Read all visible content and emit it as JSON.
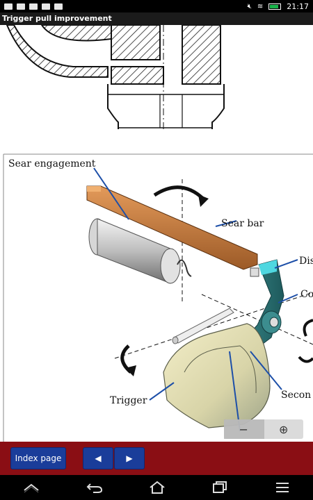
{
  "status": {
    "time": "21:17"
  },
  "title": "Trigger pull improvement",
  "diagram": {
    "labels": {
      "sear_engagement": "Sear engagement",
      "sear_bar": "Sear bar",
      "dis": "Dis",
      "co": "Co",
      "trigger": "Trigger",
      "secon": "Secon"
    }
  },
  "zoom": {
    "out_label": "−",
    "in_label": "⊕"
  },
  "nav": {
    "index_label": "Index page",
    "prev_label": "◀",
    "next_label": "▶"
  }
}
